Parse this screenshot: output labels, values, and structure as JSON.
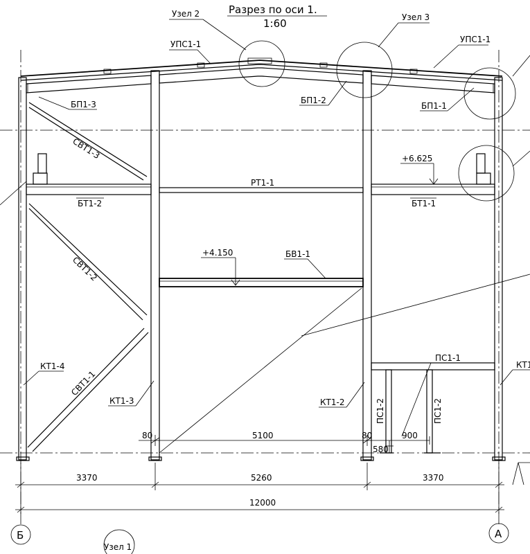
{
  "title": {
    "line1": "Разрез по оси 1.",
    "line2": "1:60"
  },
  "node_labels": {
    "node2": "Узел 2",
    "node3": "Узел 3",
    "node1": "Узел 1"
  },
  "member_labels": {
    "ups_left": "УПС1-1",
    "ups_right": "УПС1-1",
    "bp_left": "БП1-3",
    "bp_mid": "БП1-2",
    "bp_right": "БП1-1",
    "svt3": "СВТ1-3",
    "svt2": "СВТ1-2",
    "svt1": "СВТ1-1",
    "rt": "РТ1-1",
    "bt_left": "БТ1-2",
    "bt_right": "БТ1-1",
    "bv": "БВ1-1",
    "kt4": "КТ1-4",
    "kt3": "КТ1-3",
    "kt2": "КТ1-2",
    "kt_right": "КТ1",
    "ps_top": "ПС1-1",
    "ps_col_left": "ПС1-2",
    "ps_col_right": "ПС1-2"
  },
  "elevations": {
    "upper": "+6.625",
    "middle": "+4.150"
  },
  "dimensions": {
    "d80_left": "80",
    "d5100": "5100",
    "d80_right": "80",
    "d900": "900",
    "d580": "580",
    "d3370_left": "3370",
    "d5260": "5260",
    "d3370_right": "3370",
    "d12000": "12000"
  },
  "axes": {
    "left": "Б",
    "right": "А"
  }
}
